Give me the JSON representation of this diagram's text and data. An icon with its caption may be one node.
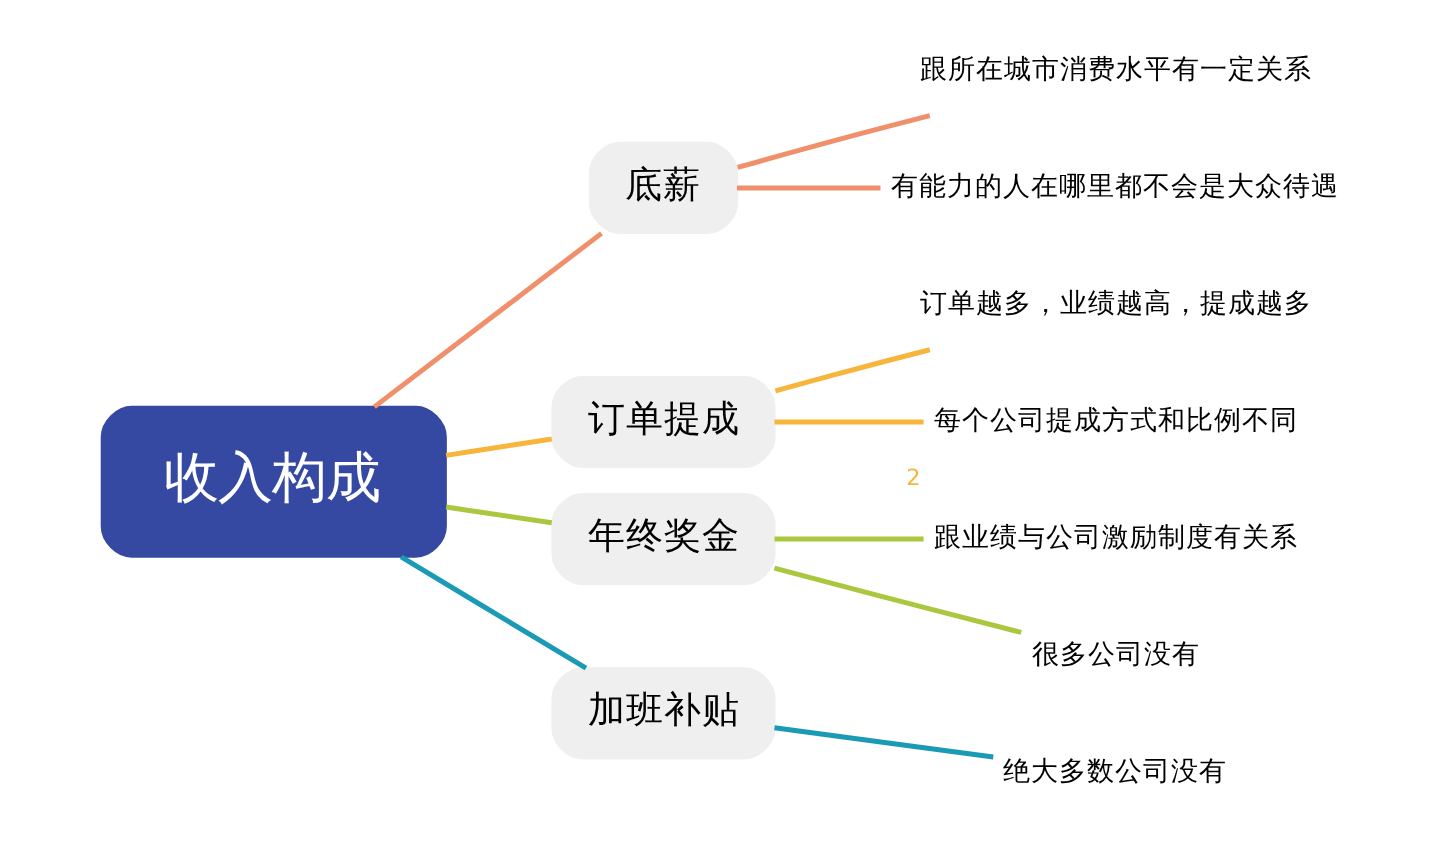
{
  "diagram": {
    "nodes": [
      {
        "text": [
          "收入构成"
        ]
      },
      {
        "text": [
          "底薪"
        ]
      },
      {
        "text": [
          "跟所在城市消费水平有一定关系"
        ]
      },
      {
        "text": [
          "有能力的人在哪里都不会是大众待遇"
        ]
      },
      {
        "text": [
          "订单提成"
        ]
      },
      {
        "text": [
          "订单越多，业绩越高，提成越多"
        ]
      },
      {
        "text": [
          "每个公司提成方式和比例不同"
        ],
        "beside": [
          "2"
        ]
      },
      {
        "text": [
          "年终奖金"
        ]
      },
      {
        "text": [
          "跟业绩与公司激励制度有关系"
        ]
      },
      {
        "text": [
          "很多公司没有"
        ]
      },
      {
        "text": [
          "加班补贴"
        ]
      },
      {
        "text": [
          "绝大多数公司没有"
        ]
      }
    ],
    "edges": [
      {
        "from": 0,
        "to": 1,
        "arrow": "none",
        "color": "#f0906a"
      },
      {
        "from": 1,
        "to": 2,
        "arrow": "none",
        "color": "#f0906a"
      },
      {
        "from": 1,
        "to": 3,
        "arrow": "none",
        "color": "#f0906a"
      },
      {
        "from": 0,
        "to": 4,
        "arrow": "none",
        "color": "#f7b53b"
      },
      {
        "from": 4,
        "to": 5,
        "arrow": "none",
        "color": "#f7b53b"
      },
      {
        "from": 4,
        "to": 6,
        "arrow": "none",
        "color": "#f7b53b"
      },
      {
        "from": 0,
        "to": 7,
        "arrow": "none",
        "color": "#a9c73f"
      },
      {
        "from": 7,
        "to": 8,
        "arrow": "none",
        "color": "#a9c73f"
      },
      {
        "from": 7,
        "to": 9,
        "arrow": "none",
        "color": "#a9c73f"
      },
      {
        "from": 0,
        "to": 10,
        "arrow": "none",
        "color": "#1a9ab4"
      },
      {
        "from": 10,
        "to": 11,
        "arrow": "none",
        "color": "#1a9ab4"
      }
    ]
  }
}
